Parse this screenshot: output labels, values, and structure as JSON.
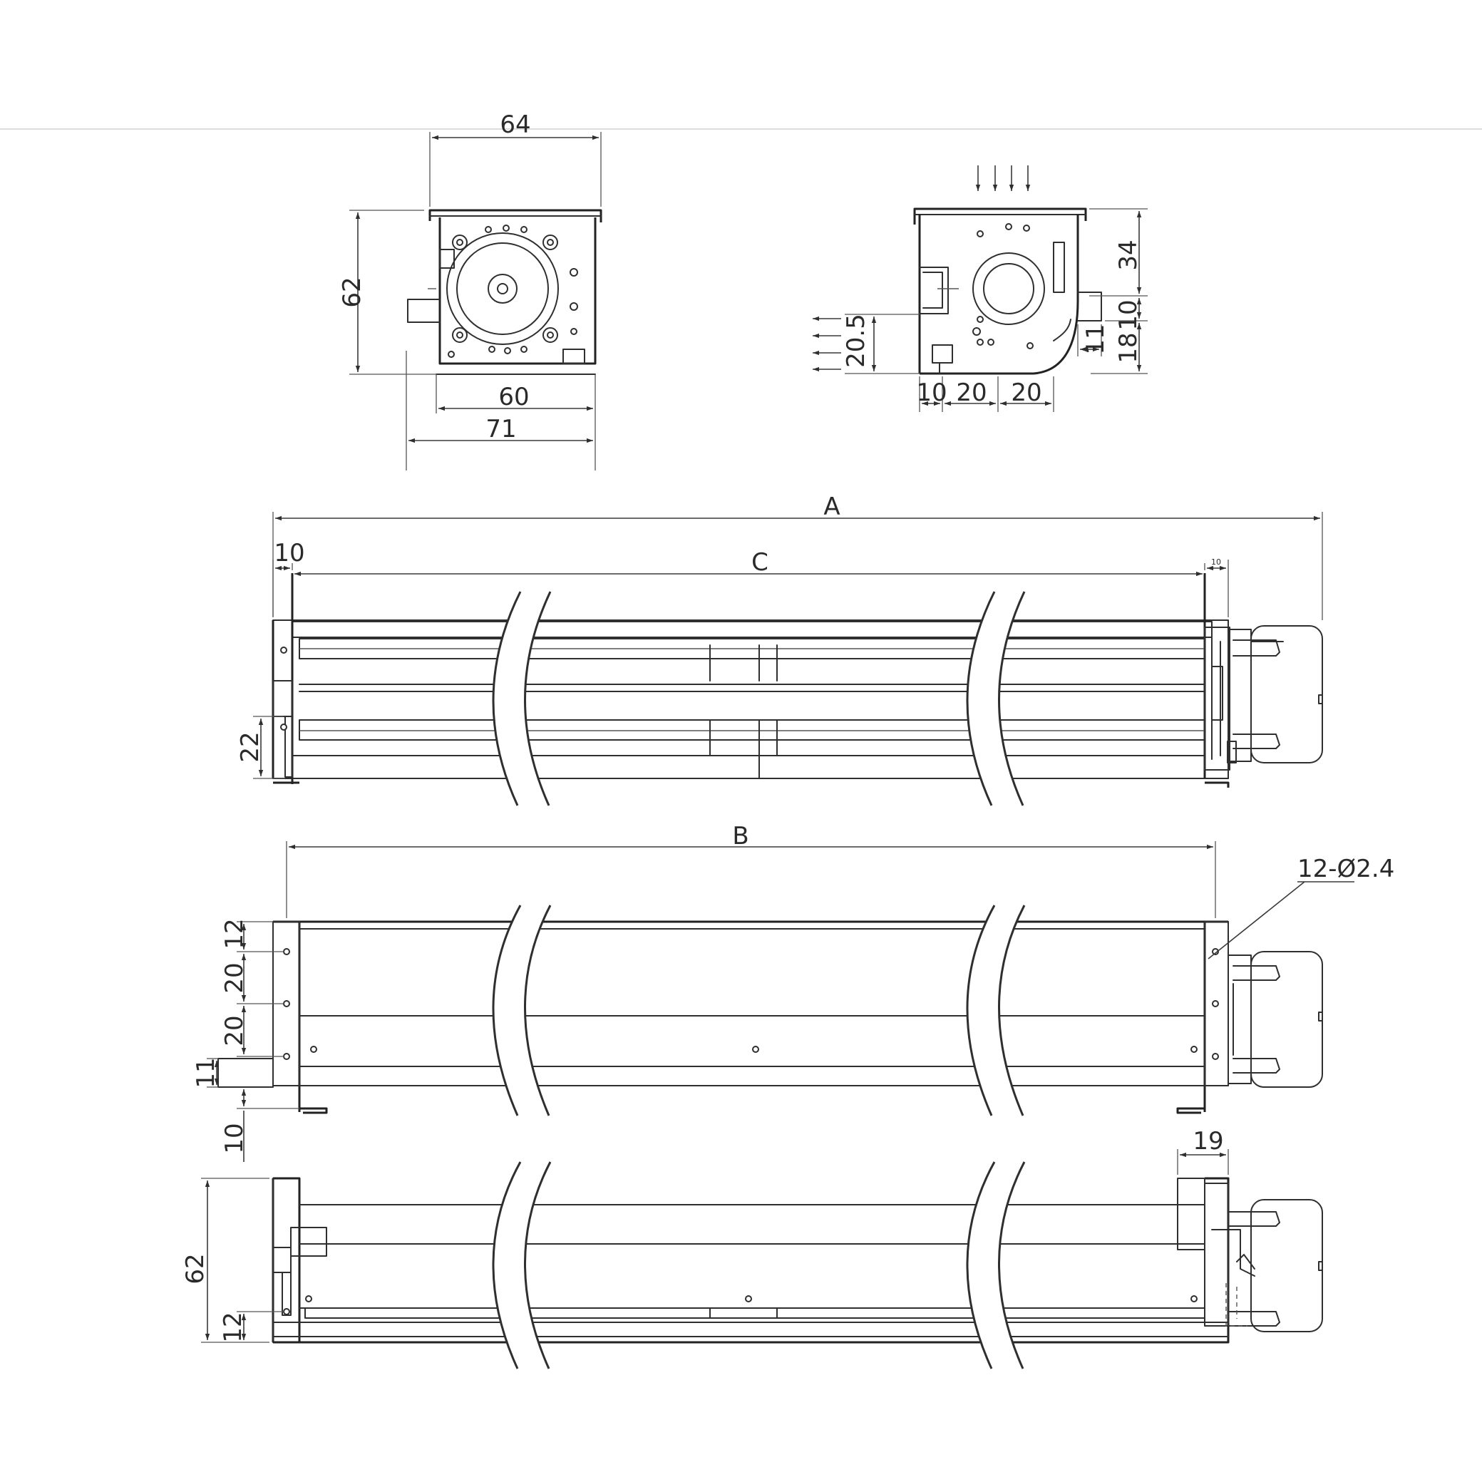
{
  "colors": {
    "line": "#2f2f2f",
    "background": "#ffffff",
    "separator": "#dcdcdc"
  },
  "dimensions": {
    "width_64": "64",
    "height_62": "62",
    "base_60": "60",
    "overall_71": "71",
    "top_34": "34",
    "side_10": "10",
    "side_18": "18",
    "side_11": "11",
    "outlet_20_5": "20.5",
    "bottom_10": "10",
    "bottom_20a": "20",
    "bottom_20b": "20",
    "length_A": "A",
    "length_C": "C",
    "left_10": "10",
    "right_small_10": "10",
    "foot_22": "22",
    "length_B": "B",
    "holes": "12-Ø2.4",
    "holes_12": "12",
    "holes_20a": "20",
    "holes_20b": "20",
    "mount_11": "11",
    "mount_10": "10",
    "motor_19": "19",
    "bottom_62": "62",
    "bottom_12": "12"
  }
}
